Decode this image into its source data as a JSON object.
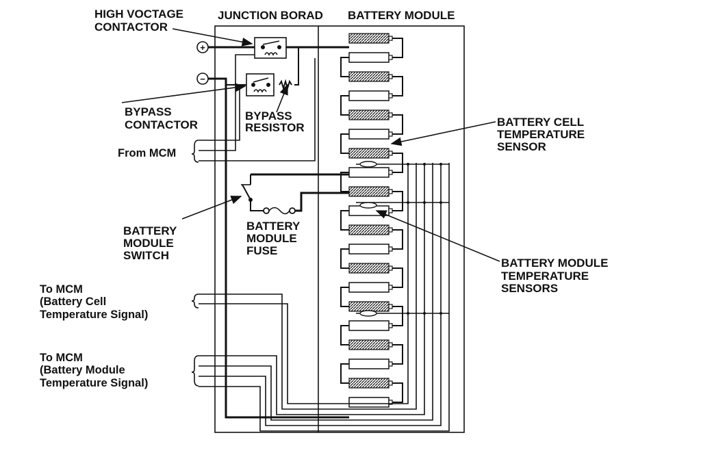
{
  "labels": {
    "junction_board": "JUNCTION BORAD",
    "battery_module": "BATTERY MODULE",
    "hv_contactor": [
      "HIGH VOCTAGE",
      "CONTACTOR"
    ],
    "bypass_contactor": [
      "BYPASS",
      "CONTACTOR"
    ],
    "bypass_resistor": [
      "BYPASS",
      "RESISTOR"
    ],
    "from_mcm": "From MCM",
    "battery_module_switch": [
      "BATTERY",
      "MODULE",
      "SWITCH"
    ],
    "battery_module_fuse": [
      "BATTERY",
      "MODULE",
      "FUSE"
    ],
    "cell_temp_sensor": [
      "BATTERY CELL",
      "TEMPERATURE",
      "SENSOR"
    ],
    "module_temp_sensors": [
      "BATTERY MODULE",
      "TEMPERATURE",
      "SENSORS"
    ],
    "to_mcm_cell": [
      "To MCM",
      "(Battery Cell",
      "Temperature Signal)"
    ],
    "to_mcm_module": [
      "To MCM",
      "(Battery Module",
      "Temperature Signal)"
    ],
    "terminal_positive": "+",
    "terminal_negative": "−"
  },
  "battery_cells": 20
}
